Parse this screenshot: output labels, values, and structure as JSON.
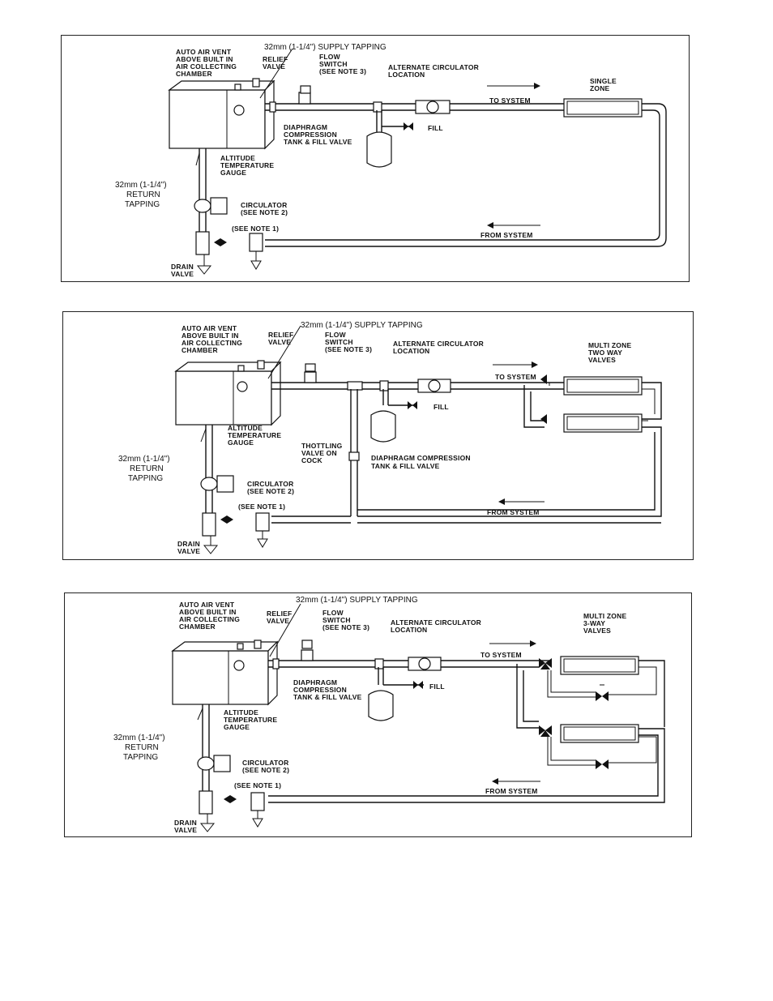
{
  "diagrams": [
    {
      "id": "single-zone",
      "supply_tapping": "32mm (1-1/4\") SUPPLY TAPPING",
      "auto_air_vent": [
        "AUTO AIR VENT",
        "ABOVE BUILT IN",
        "AIR COLLECTING",
        "CHAMBER"
      ],
      "relief_valve": [
        "RELIEF",
        "VALVE"
      ],
      "flow_switch": [
        "FLOW",
        "SWITCH",
        "(SEE NOTE 3)"
      ],
      "alt_circulator": [
        "ALTERNATE  CIRCULATOR",
        "LOCATION"
      ],
      "zone_label": [
        "SINGLE",
        "ZONE"
      ],
      "to_system": "TO SYSTEM",
      "fill": "FILL",
      "tank_label": [
        "DIAPHRAGM",
        "COMPRESSION",
        "TANK & FILL VALVE"
      ],
      "gauge_label": [
        "ALTITUDE",
        "TEMPERATURE",
        "GAUGE"
      ],
      "return_tapping": [
        "32mm (1-1/4\")",
        "RETURN",
        "TAPPING"
      ],
      "circulator": [
        "CIRCULATOR",
        "(SEE NOTE 2)"
      ],
      "note1": "(SEE NOTE 1)",
      "from_system": "FROM SYSTEM",
      "drain_valve": [
        "DRAIN",
        "VALVE"
      ]
    },
    {
      "id": "multi-zone-two-way",
      "supply_tapping": "32mm (1-1/4\") SUPPLY TAPPING",
      "auto_air_vent": [
        "AUTO AIR VENT",
        "ABOVE BUILT IN",
        "AIR COLLECTING",
        "CHAMBER"
      ],
      "relief_valve": [
        "RELIEF",
        "VALVE"
      ],
      "flow_switch": [
        "FLOW",
        "SWITCH",
        "(SEE NOTE 3)"
      ],
      "alt_circulator": [
        "ALTERNATE  CIRCULATOR",
        "LOCATION"
      ],
      "zone_label": [
        "MULTI ZONE",
        "TWO WAY",
        "VALVES"
      ],
      "to_system": "TO SYSTEM",
      "fill": "FILL",
      "throttling": [
        "THOTTLING",
        "VALVE ON",
        "COCK"
      ],
      "tank_label": [
        "DIAPHRAGM COMPRESSION",
        "TANK & FILL VALVE"
      ],
      "gauge_label": [
        "ALTITUDE",
        "TEMPERATURE",
        "GAUGE"
      ],
      "return_tapping": [
        "32mm (1-1/4\")",
        "RETURN",
        "TAPPING"
      ],
      "circulator": [
        "CIRCULATOR",
        "(SEE NOTE 2)"
      ],
      "note1": "(SEE NOTE 1)",
      "from_system": "FROM SYSTEM",
      "drain_valve": [
        "DRAIN",
        "VALVE"
      ]
    },
    {
      "id": "multi-zone-three-way",
      "supply_tapping": "32mm (1-1/4\") SUPPLY TAPPING",
      "auto_air_vent": [
        "AUTO AIR VENT",
        "ABOVE BUILT IN",
        "AIR COLLECTING",
        "CHAMBER"
      ],
      "relief_valve": [
        "RELIEF",
        "VALVE"
      ],
      "flow_switch": [
        "FLOW",
        "SWITCH",
        "(SEE NOTE 3)"
      ],
      "alt_circulator": [
        "ALTERNATE  CIRCULATOR",
        "LOCATION"
      ],
      "zone_label": [
        "MULTI ZONE",
        "3-WAY",
        "VALVES"
      ],
      "to_system": "TO SYSTEM",
      "fill": "FILL",
      "tank_label": [
        "DIAPHRAGM",
        "COMPRESSION",
        "TANK & FILL VALVE"
      ],
      "gauge_label": [
        "ALTITUDE",
        "TEMPERATURE",
        "GAUGE"
      ],
      "return_tapping": [
        "32mm (1-1/4\")",
        "RETURN",
        "TAPPING"
      ],
      "circulator": [
        "CIRCULATOR",
        "(SEE NOTE 2)"
      ],
      "note1": "(SEE NOTE 1)",
      "from_system": "FROM SYSTEM",
      "drain_valve": [
        "DRAIN",
        "VALVE"
      ]
    }
  ]
}
